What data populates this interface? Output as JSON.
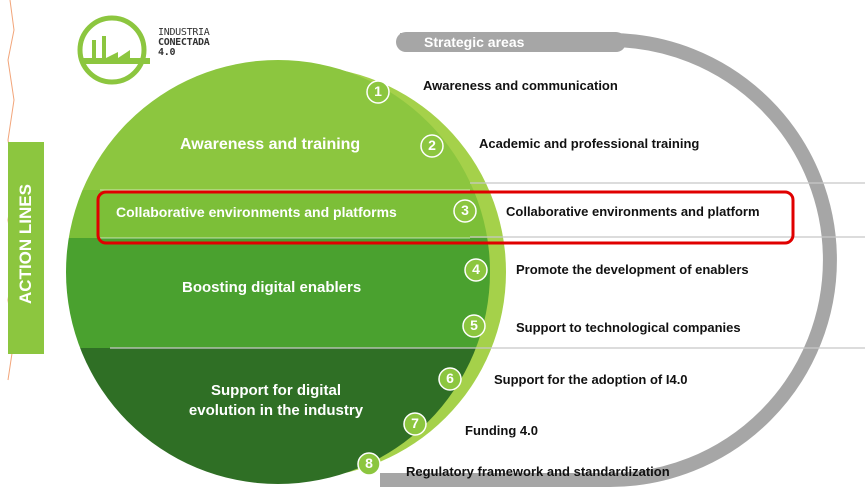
{
  "logo": {
    "line1": "INDUSTRIA",
    "line2": "CONECTADA",
    "line3": "4.0"
  },
  "side_label": "ACTION LINES",
  "header": {
    "title": "Strategic areas"
  },
  "action_lines": [
    {
      "label": "Awareness and training"
    },
    {
      "label": "Collaborative environments and platforms"
    },
    {
      "label": "Boosting digital enablers"
    },
    {
      "label_line1": "Support for digital",
      "label_line2": "evolution in the industry"
    }
  ],
  "strategic_areas": [
    {
      "number": "1",
      "label": "Awareness and communication"
    },
    {
      "number": "2",
      "label": "Academic and professional training"
    },
    {
      "number": "3",
      "label": "Collaborative environments and platform"
    },
    {
      "number": "4",
      "label": "Promote the development of enablers"
    },
    {
      "number": "5",
      "label": "Support to technological companies"
    },
    {
      "number": "6",
      "label": "Support for the adoption of I4.0"
    },
    {
      "number": "7",
      "label": "Funding 4.0"
    },
    {
      "number": "8",
      "label": "Regulatory framework and standardization"
    }
  ],
  "colors": {
    "green_light": "#8cc63f",
    "green_mid": "#5bb030",
    "green_dark": "#3f8a2e",
    "green_darkest": "#2e6b22",
    "grey_arc": "#a6a6a6",
    "highlight": "#e00000"
  }
}
